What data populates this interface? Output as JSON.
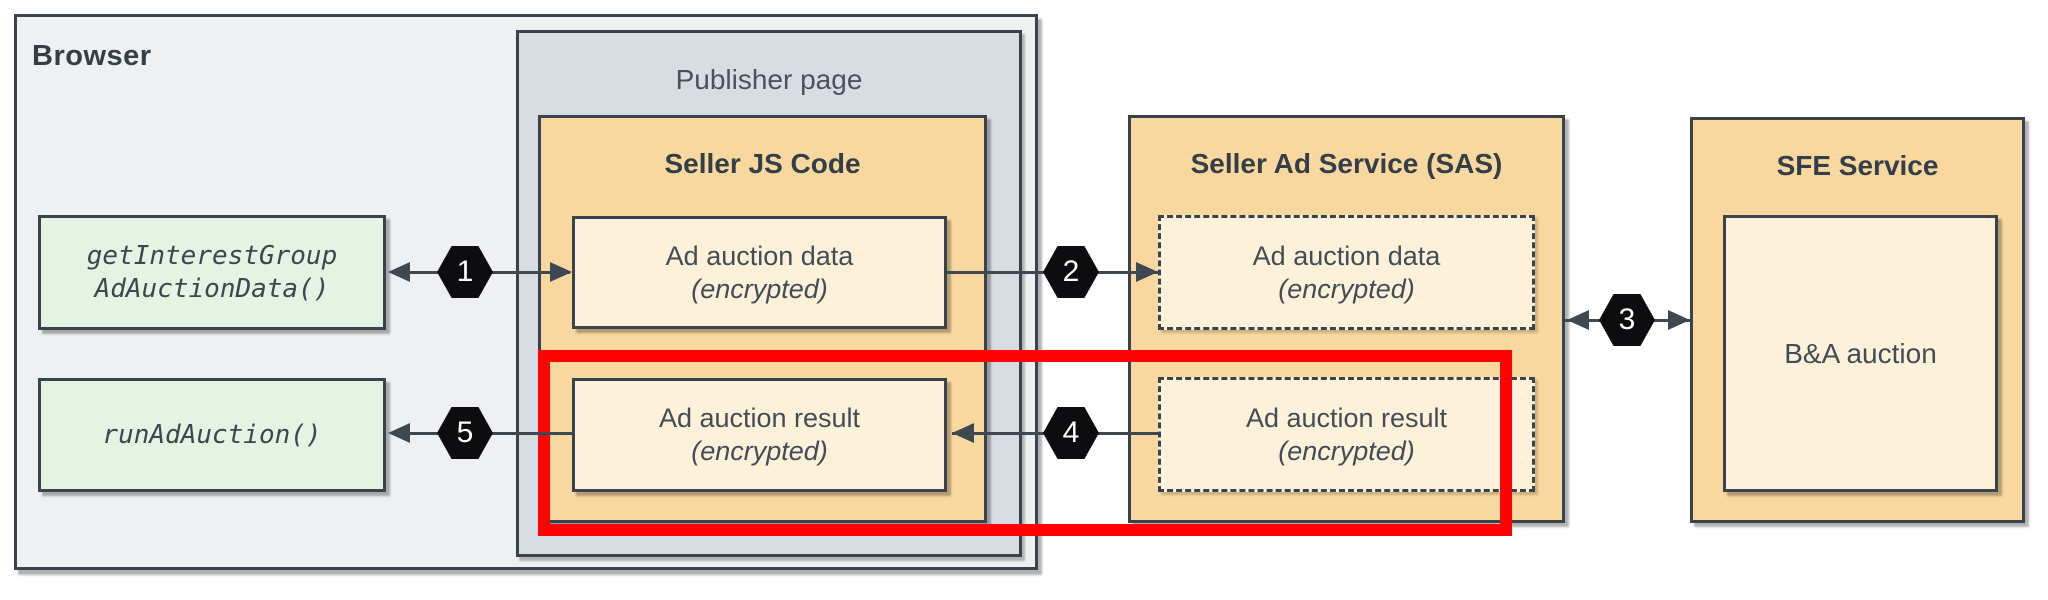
{
  "colors": {
    "background": "#ffffff",
    "browser_fill": "#eef0f2",
    "publisher_fill": "#d8dde3",
    "service_fill": "#f8d89e",
    "inner_fill": "#fdf2d9",
    "api_fill": "#e3f5e2",
    "border_dark": "#39424d",
    "text_dark": "#3d4853",
    "highlight_red": "#ff0202",
    "badge_fill": "#0d0d0f",
    "badge_text": "#ffffff"
  },
  "browser": {
    "label": "Browser"
  },
  "publisher": {
    "label": "Publisher page"
  },
  "apis": [
    {
      "line1": "getInterestGroup",
      "line2": "AdAuctionData()"
    },
    {
      "line1": "runAdAuction()"
    }
  ],
  "seller_js": {
    "title": "Seller JS Code",
    "boxes": [
      {
        "line1": "Ad auction data",
        "line2": "(encrypted)"
      },
      {
        "line1": "Ad auction result",
        "line2": "(encrypted)"
      }
    ]
  },
  "sas": {
    "title": "Seller Ad Service (SAS)",
    "boxes": [
      {
        "line1": "Ad auction data",
        "line2": "(encrypted)"
      },
      {
        "line1": "Ad auction result",
        "line2": "(encrypted)"
      }
    ]
  },
  "sfe": {
    "title": "SFE Service",
    "inner_label": "B&A auction"
  },
  "steps": [
    "1",
    "2",
    "3",
    "4",
    "5"
  ]
}
